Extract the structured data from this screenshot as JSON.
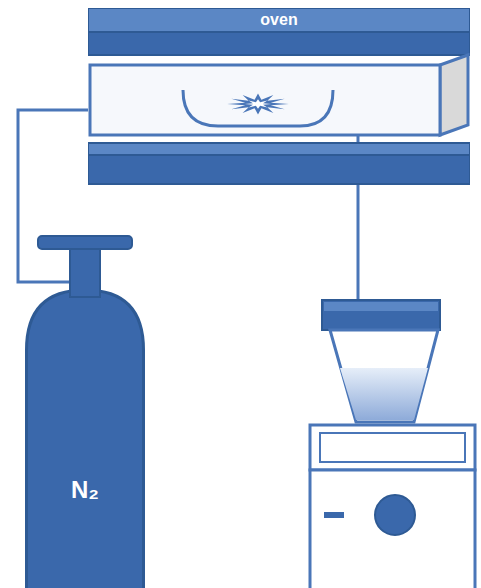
{
  "diagram": {
    "nodes": [
      {
        "text": [
          "oven"
        ]
      },
      {
        "text": [
          "N₂"
        ]
      }
    ],
    "edges": [
      {
        "from": 1,
        "to": 0,
        "arrow": "none"
      }
    ]
  }
}
